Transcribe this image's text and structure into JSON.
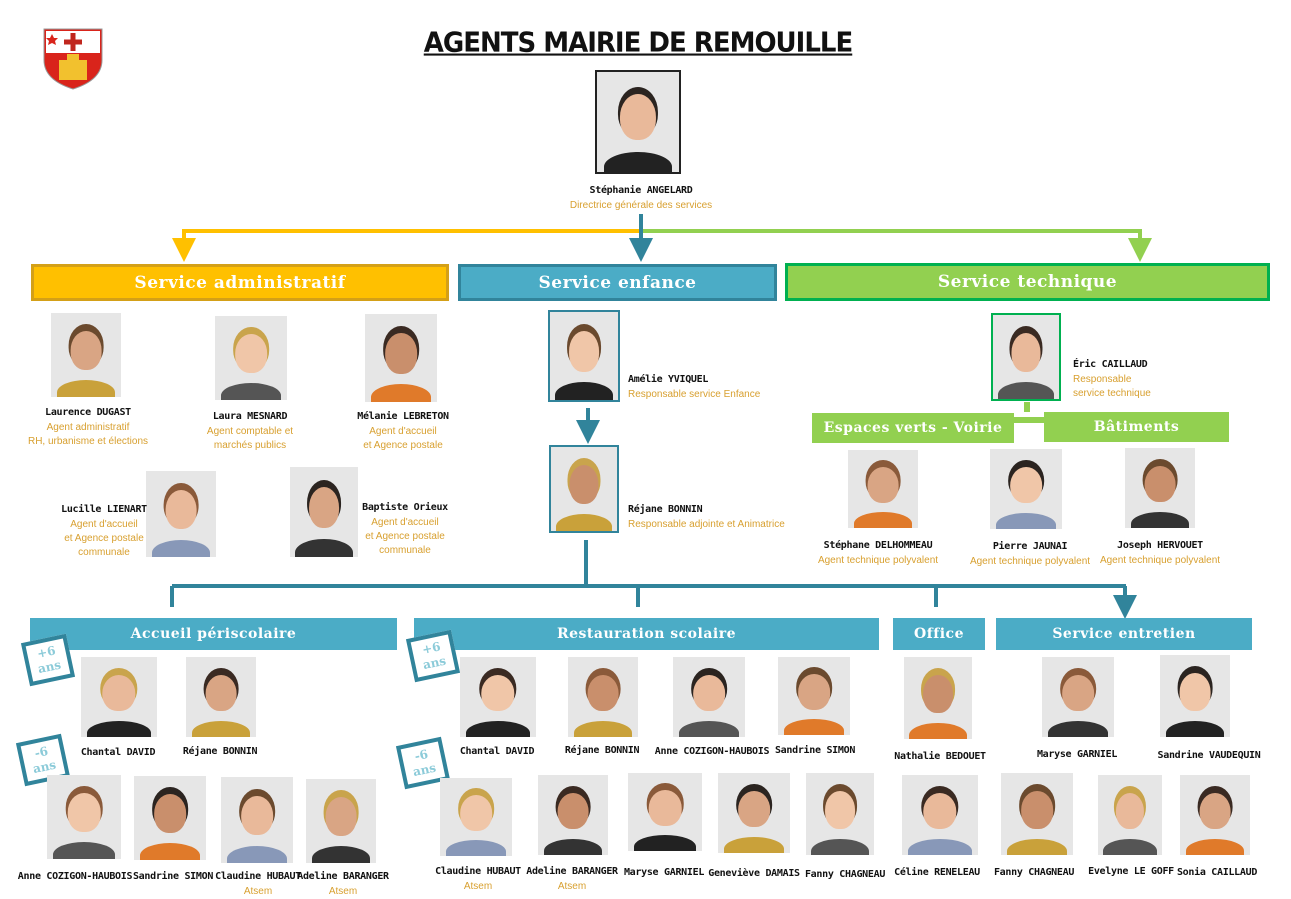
{
  "title": "AGENTS MAIRIE DE REMOUILLE",
  "colors": {
    "admin": "#ffc000",
    "enfance": "#4bacc6",
    "technique": "#92d050",
    "role": "#d8a030"
  },
  "director": {
    "name": "Stéphanie ANGELARD",
    "role": "Directrice générale des services"
  },
  "services": {
    "admin": {
      "label": "Service administratif",
      "people": [
        {
          "name": "Laurence DUGAST",
          "role": [
            "Agent administratif",
            "RH, urbanisme et élections"
          ]
        },
        {
          "name": "Laura MESNARD",
          "role": [
            "Agent comptable et",
            "marchés publics"
          ]
        },
        {
          "name": "Mélanie LEBRETON",
          "role": [
            "Agent d'accueil",
            "et Agence postale"
          ]
        },
        {
          "name": "Lucille LIENART",
          "role": [
            "Agent d'accueil",
            "et Agence postale",
            "communale"
          ]
        },
        {
          "name": "Baptiste Orieux",
          "role": [
            "Agent d'accueil",
            "et Agence postale",
            "communale"
          ]
        }
      ]
    },
    "enfance": {
      "label": "Service enfance",
      "people": [
        {
          "name": "Amélie YVIQUEL",
          "role": [
            "Responsable service Enfance"
          ]
        },
        {
          "name": "Réjane BONNIN",
          "role": [
            "Responsable adjointe et Animatrice"
          ]
        }
      ]
    },
    "technique": {
      "label": "Service technique",
      "sub": [
        "Espaces verts - Voirie",
        "Bâtiments"
      ],
      "people": [
        {
          "name": "Éric CAILLAUD",
          "role": [
            "Responsable",
            "service technique"
          ]
        },
        {
          "name": "Stéphane DELHOMMEAU",
          "role": [
            "Agent technique polyvalent"
          ]
        },
        {
          "name": "Pierre JAUNAI",
          "role": [
            "Agent technique polyvalent"
          ]
        },
        {
          "name": "Joseph HERVOUET",
          "role": [
            "Agent technique polyvalent"
          ]
        }
      ]
    }
  },
  "badges": {
    "plus6": [
      "+6",
      "ans"
    ],
    "minus6": [
      "-6",
      "ans"
    ]
  },
  "groups": {
    "accueil": {
      "label": "Accueil périscolaire",
      "people": [
        {
          "name": "Chantal DAVID"
        },
        {
          "name": "Réjane BONNIN"
        },
        {
          "name": "Anne COZIGON-HAUBOIS"
        },
        {
          "name": "Sandrine SIMON"
        },
        {
          "name": "Claudine HUBAUT",
          "role": [
            "Atsem"
          ]
        },
        {
          "name": "Adeline BARANGER",
          "role": [
            "Atsem"
          ]
        }
      ]
    },
    "restauration": {
      "label": "Restauration scolaire",
      "people": [
        {
          "name": "Chantal DAVID"
        },
        {
          "name": "Réjane BONNIN"
        },
        {
          "name": "Anne COZIGON-HAUBOIS"
        },
        {
          "name": "Sandrine SIMON"
        },
        {
          "name": "Claudine HUBAUT",
          "role": [
            "Atsem"
          ]
        },
        {
          "name": "Adeline BARANGER",
          "role": [
            "Atsem"
          ]
        },
        {
          "name": "Maryse GARNIEL"
        },
        {
          "name": "Geneviève DAMAIS"
        },
        {
          "name": "Fanny CHAGNEAU"
        }
      ]
    },
    "office": {
      "label": "Office",
      "people": [
        {
          "name": "Nathalie BEDOUET"
        },
        {
          "name": "Céline RENELEAU"
        }
      ]
    },
    "entretien": {
      "label": "Service entretien",
      "people": [
        {
          "name": "Maryse GARNIEL"
        },
        {
          "name": "Sandrine VAUDEQUIN"
        },
        {
          "name": "Fanny CHAGNEAU"
        },
        {
          "name": "Evelyne LE GOFF"
        },
        {
          "name": "Sonia CAILLAUD"
        }
      ]
    }
  }
}
